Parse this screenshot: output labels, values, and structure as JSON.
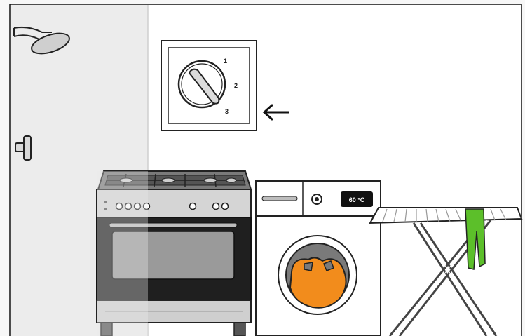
{
  "thermostat": {
    "marks": [
      "1",
      "2",
      "3"
    ]
  },
  "washing_machine": {
    "temperature_display": "60 °C"
  },
  "colors": {
    "laundry_green": "#5cbf2a",
    "laundry_orange": "#f28c1c",
    "wall_shade": "#ececec",
    "outline": "#111111"
  },
  "icons": [
    "shower-head-icon",
    "door-handle-icon",
    "arrow-left-icon"
  ]
}
